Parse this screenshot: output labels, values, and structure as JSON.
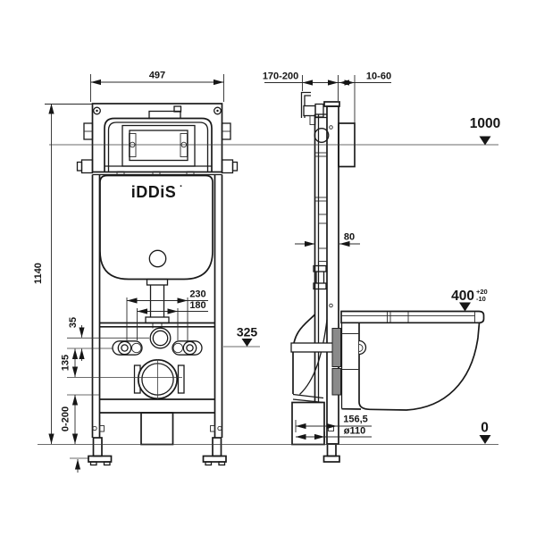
{
  "drawing": {
    "brand_logo": "iDDiS",
    "brand_logo_dot": "·",
    "front": {
      "width": "497",
      "height": "1140",
      "offset_small": "35",
      "offset_mid": "135",
      "foot_adjust": "0-200",
      "bolt_outer": "230",
      "bolt_inner": "180",
      "bolt_level": "325"
    },
    "side": {
      "depth_adjust": "170-200",
      "wall_gap": "10-60",
      "frame_depth": "80",
      "top_level": "1000",
      "seat_level": "400",
      "seat_tol_plus": "+20",
      "seat_tol_minus": "-10",
      "drain_offset": "156,5",
      "drain_diameter": "ø110",
      "floor_level": "0"
    }
  }
}
